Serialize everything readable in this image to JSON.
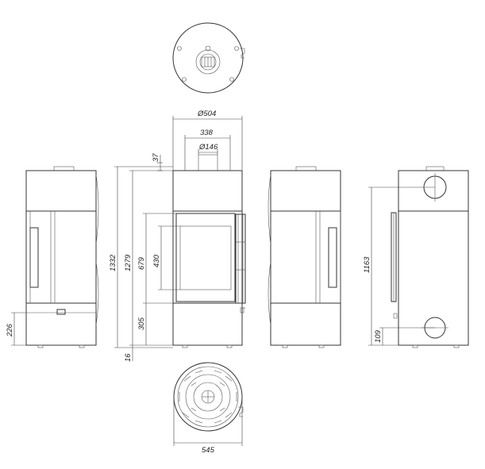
{
  "drawing": {
    "dimensions": {
      "d504": "Ø504",
      "d338": "338",
      "d146": "Ø146",
      "d37": "37",
      "d1332": "1332",
      "d1279": "1279",
      "d679": "679",
      "d430": "430",
      "d305": "305",
      "d16": "16",
      "d226": "226",
      "d1163": "1163",
      "d109": "109",
      "d545": "545"
    }
  }
}
